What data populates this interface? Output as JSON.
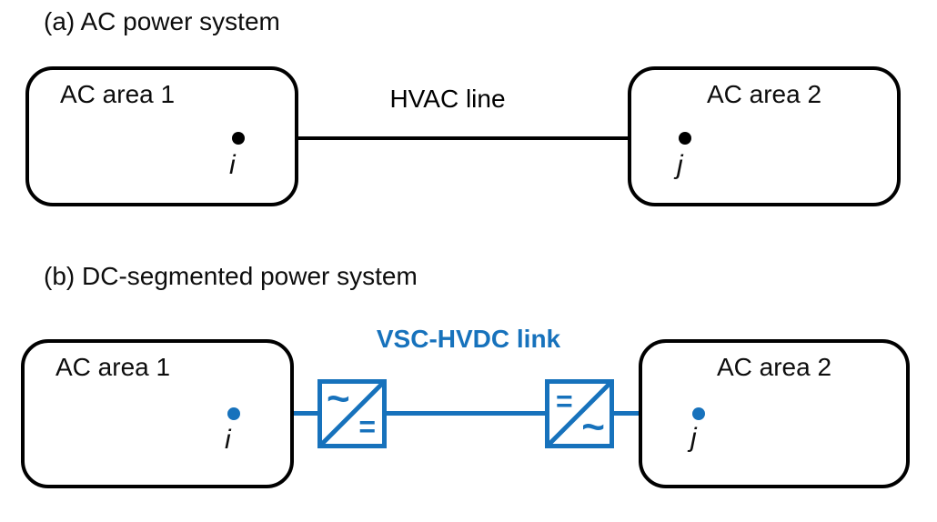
{
  "figure": {
    "accent_blue": "#1772BC",
    "ink": "#000000",
    "background": "#FFFFFF"
  },
  "panel_a": {
    "title": "(a) AC power system",
    "area1_label": "AC area 1",
    "area2_label": "AC area 2",
    "line_label": "HVAC line",
    "node_i": "i",
    "node_j": "j"
  },
  "panel_b": {
    "title": "(b) DC-segmented power system",
    "area1_label": "AC area 1",
    "area2_label": "AC area 2",
    "link_label": "VSC-HVDC link",
    "node_i": "i",
    "node_j": "j",
    "converter_left": {
      "top_left_symbol": "~",
      "bottom_right_symbol": "="
    },
    "converter_right": {
      "top_left_symbol": "=",
      "bottom_right_symbol": "~"
    }
  }
}
